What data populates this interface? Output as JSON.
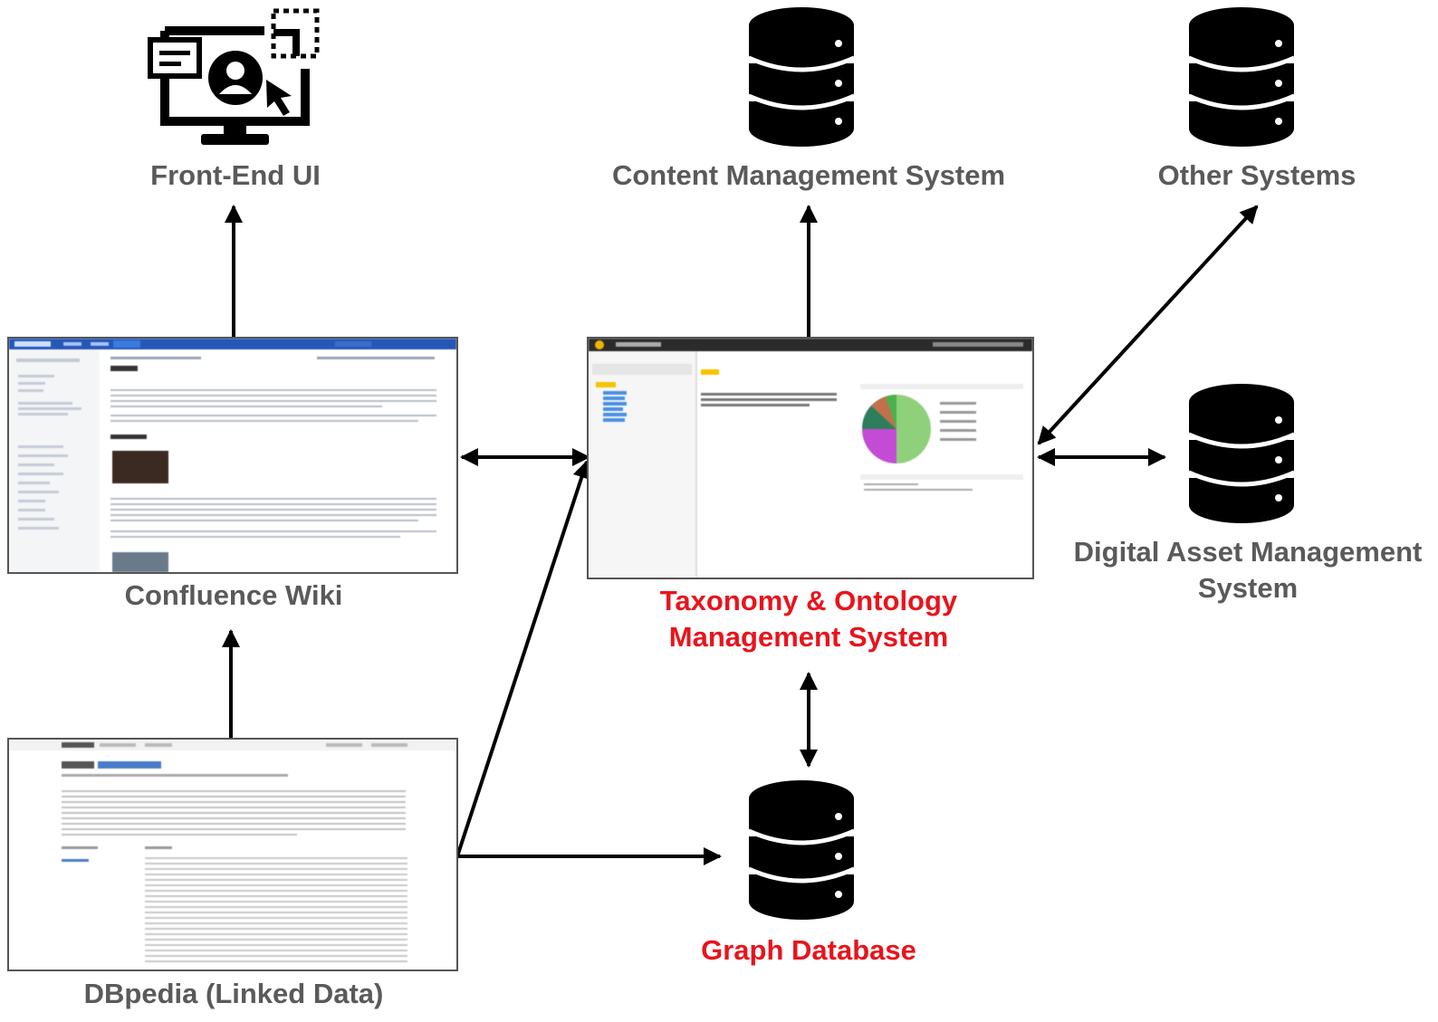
{
  "nodes": {
    "front_end_ui": {
      "label": "Front-End UI",
      "icon": "monitor-user-icon"
    },
    "cms": {
      "label": "Content Management System",
      "icon": "database-icon"
    },
    "other_systems": {
      "label": "Other Systems",
      "icon": "database-icon"
    },
    "confluence": {
      "label": "Confluence Wiki",
      "icon": "confluence-screenshot"
    },
    "taxonomy": {
      "label_line1": "Taxonomy & Ontology",
      "label_line2": "Management System",
      "icon": "taxonomy-screenshot"
    },
    "dam": {
      "label_line1": "Digital Asset Management",
      "label_line2": "System",
      "icon": "database-icon"
    },
    "graph_db": {
      "label": "Graph Database",
      "icon": "database-icon"
    },
    "dbpedia": {
      "label": "DBpedia (Linked Data)",
      "icon": "dbpedia-screenshot"
    }
  },
  "colors": {
    "label_gray": "#5a5a5a",
    "highlight_red": "#e8141c",
    "line": "#000000"
  },
  "edges": [
    {
      "from": "confluence",
      "to": "front_end_ui",
      "direction": "one-way"
    },
    {
      "from": "taxonomy",
      "to": "cms",
      "direction": "one-way"
    },
    {
      "from": "taxonomy",
      "to": "other_systems",
      "direction": "two-way"
    },
    {
      "from": "taxonomy",
      "to": "dam",
      "direction": "two-way"
    },
    {
      "from": "confluence",
      "to": "taxonomy",
      "direction": "two-way"
    },
    {
      "from": "taxonomy",
      "to": "graph_db",
      "direction": "two-way"
    },
    {
      "from": "dbpedia",
      "to": "confluence",
      "direction": "one-way"
    },
    {
      "from": "dbpedia",
      "to": "taxonomy",
      "direction": "one-way"
    },
    {
      "from": "dbpedia",
      "to": "graph_db",
      "direction": "one-way"
    }
  ]
}
